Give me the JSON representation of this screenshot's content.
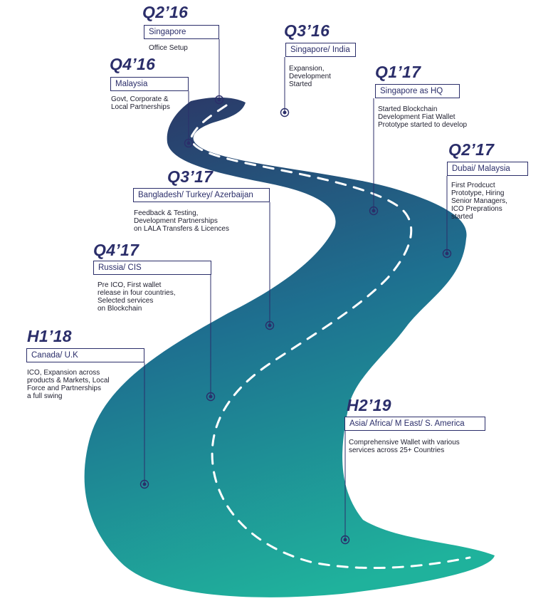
{
  "milestones": [
    {
      "id": "q2-16",
      "period": "Q2’16",
      "region": "Singapore",
      "description": [
        "Office Setup"
      ]
    },
    {
      "id": "q3-16",
      "period": "Q3’16",
      "region": "Singapore/ India",
      "description": [
        "Expansion,",
        "Development",
        "Started"
      ]
    },
    {
      "id": "q4-16",
      "period": "Q4’16",
      "region": "Malaysia",
      "description": [
        "Govt, Corporate &",
        "Local Partnerships"
      ]
    },
    {
      "id": "q1-17",
      "period": "Q1’17",
      "region": "Singapore as HQ",
      "description": [
        "Started Blockchain",
        "Development Fiat Wallet",
        "Prototype started to develop"
      ]
    },
    {
      "id": "q2-17",
      "period": "Q2’17",
      "region": "Dubai/ Malaysia",
      "description": [
        "First Prodcuct",
        "Prototype, Hiring",
        "Senior Managers,",
        "ICO Preprations",
        "started"
      ]
    },
    {
      "id": "q3-17",
      "period": "Q3’17",
      "region": "Bangladesh/ Turkey/ Azerbaijan",
      "description": [
        "Feedback & Testing,",
        "Development Partnerships",
        "on LALA Transfers & Licences"
      ]
    },
    {
      "id": "q4-17",
      "period": "Q4’17",
      "region": "Russia/ CIS",
      "description": [
        "Pre ICO, First wallet",
        "release in four countries,",
        "Selected services",
        "on Blockchain"
      ]
    },
    {
      "id": "h1-18",
      "period": "H1’18",
      "region": "Canada/ U.K",
      "description": [
        "ICO, Expansion across",
        "products & Markets, Local",
        "Force and Partnerships",
        "a full swing"
      ]
    },
    {
      "id": "h2-19",
      "period": "H2’19",
      "region": "Asia/ Africa/ M East/ S. America",
      "description": [
        "Comprehensive Wallet with various",
        "services across 25+ Countries"
      ]
    }
  ],
  "colors": {
    "road_start": "#2a3c6a",
    "road_mid": "#1e7f8f",
    "road_end": "#1fb29c",
    "marker": "#2b2e6a",
    "text_dark": "#2b2e6a",
    "lane": "#ffffff"
  }
}
